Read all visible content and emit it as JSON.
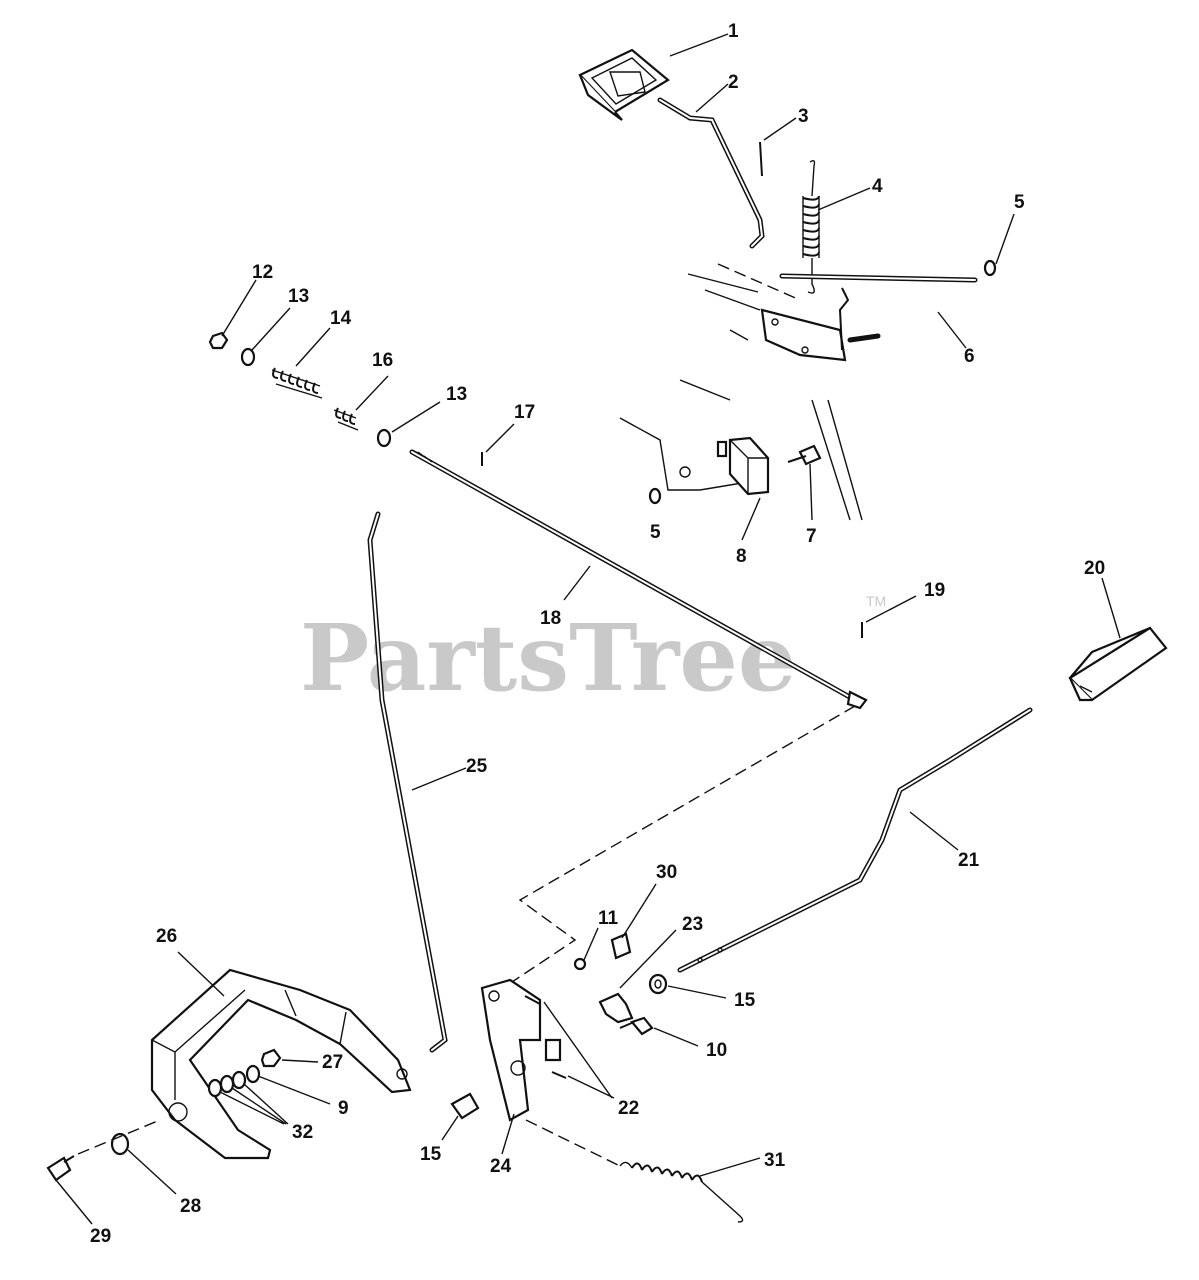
{
  "watermark": {
    "brand": "PartsTree",
    "trademark": "TM"
  },
  "callouts": [
    "1",
    "2",
    "3",
    "4",
    "5",
    "6",
    "12",
    "13",
    "14",
    "16",
    "13",
    "17",
    "5",
    "8",
    "7",
    "18",
    "19",
    "20",
    "25",
    "21",
    "30",
    "11",
    "23",
    "26",
    "15",
    "10",
    "27",
    "9",
    "32",
    "22",
    "15",
    "24",
    "31",
    "28",
    "29"
  ]
}
